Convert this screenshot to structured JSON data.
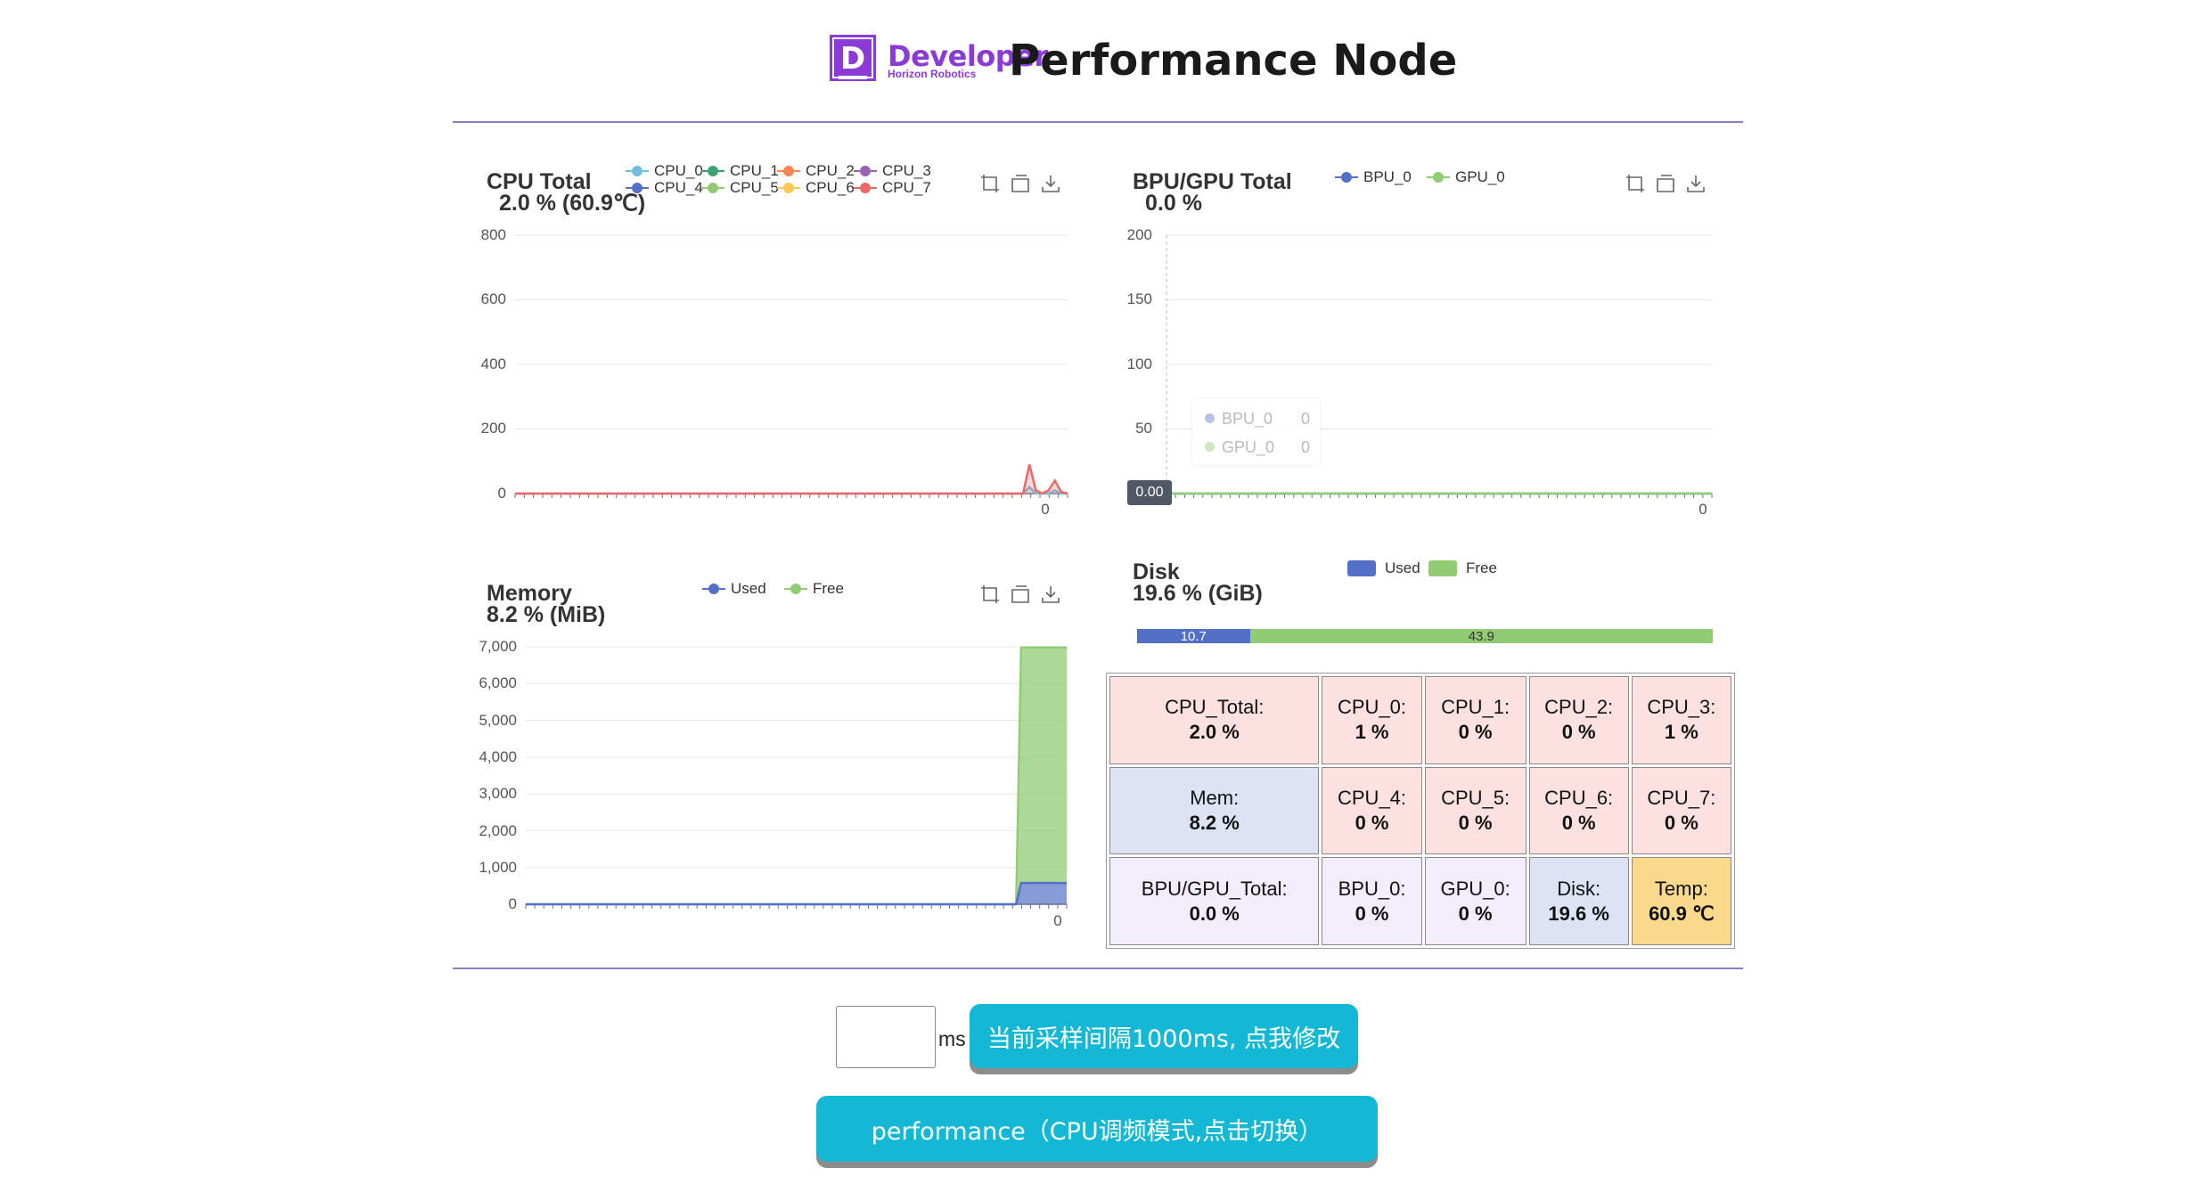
{
  "header": {
    "logo_text": "Developer",
    "logo_sub": "Horizon Robotics",
    "logo_letter": "D",
    "title": "Performance Node"
  },
  "cpu_chart": {
    "title": "CPU Total",
    "subtitle": "2.0 % (60.9℃)",
    "legend": [
      "CPU_0",
      "CPU_1",
      "CPU_2",
      "CPU_3",
      "CPU_4",
      "CPU_5",
      "CPU_6",
      "CPU_7"
    ],
    "legend_colors": [
      "#73c0de",
      "#3ba272",
      "#fc8452",
      "#9a60b4",
      "#5470c6",
      "#91cc75",
      "#fac858",
      "#ee6666"
    ],
    "y_ticks": [
      "800",
      "600",
      "400",
      "200",
      "0"
    ],
    "x_tick": "0"
  },
  "bpu_chart": {
    "title": "BPU/GPU Total",
    "subtitle": "0.0 %",
    "legend": [
      "BPU_0",
      "GPU_0"
    ],
    "legend_colors": [
      "#5470c6",
      "#91cc75"
    ],
    "y_ticks": [
      "200",
      "150",
      "100",
      "50",
      "0"
    ],
    "x_tick": "0",
    "tooltip": {
      "rows": [
        {
          "name": "BPU_0",
          "value": "0"
        },
        {
          "name": "GPU_0",
          "value": "0"
        }
      ]
    },
    "axis_pointer_label": "0.00"
  },
  "memory_chart": {
    "title": "Memory",
    "subtitle": "8.2 % (MiB)",
    "legend": [
      "Used",
      "Free"
    ],
    "legend_colors": [
      "#5470c6",
      "#91cc75"
    ],
    "y_ticks": [
      "7,000",
      "6,000",
      "5,000",
      "4,000",
      "3,000",
      "2,000",
      "1,000",
      "0"
    ],
    "x_tick": "0"
  },
  "disk": {
    "title": "Disk",
    "subtitle": "19.6 % (GiB)",
    "legend": [
      "Used",
      "Free"
    ],
    "legend_colors": [
      "#5470c6",
      "#91cc75"
    ],
    "used": "10.7",
    "free": "43.9"
  },
  "chart_data": [
    {
      "type": "line",
      "title": "CPU Total",
      "ylim": [
        0,
        800
      ],
      "series": [
        {
          "name": "CPU_0",
          "values": [
            0,
            0,
            0,
            0,
            0,
            0,
            0,
            0,
            0,
            0,
            0,
            0,
            0,
            0,
            0,
            0,
            0,
            0,
            0,
            0,
            0,
            0,
            0,
            0,
            0,
            0,
            0,
            0,
            0,
            0,
            0,
            0,
            0,
            0,
            0,
            0,
            0,
            0,
            0,
            0,
            0,
            0,
            0,
            0,
            0,
            0,
            0,
            0,
            0,
            0,
            0,
            0,
            0,
            0,
            0,
            0,
            0,
            0,
            0,
            0,
            0,
            0,
            0,
            0,
            0,
            0,
            0,
            0,
            0,
            0,
            0,
            0,
            0,
            0,
            0,
            0,
            0,
            0,
            0,
            0,
            0,
            20,
            0,
            0,
            0,
            10,
            0,
            0
          ]
        },
        {
          "name": "CPU_7",
          "values": [
            0,
            0,
            0,
            0,
            0,
            0,
            0,
            0,
            0,
            0,
            0,
            0,
            0,
            0,
            0,
            0,
            0,
            0,
            0,
            0,
            0,
            0,
            0,
            0,
            0,
            0,
            0,
            0,
            0,
            0,
            0,
            0,
            0,
            0,
            0,
            0,
            0,
            0,
            0,
            0,
            0,
            0,
            0,
            0,
            0,
            0,
            0,
            0,
            0,
            0,
            0,
            0,
            0,
            0,
            0,
            0,
            0,
            0,
            0,
            0,
            0,
            0,
            0,
            0,
            0,
            0,
            0,
            0,
            0,
            0,
            0,
            0,
            0,
            0,
            0,
            0,
            0,
            0,
            0,
            0,
            0,
            90,
            10,
            0,
            10,
            40,
            5,
            0
          ]
        }
      ]
    },
    {
      "type": "line",
      "title": "BPU/GPU Total",
      "ylim": [
        0,
        200
      ],
      "series": [
        {
          "name": "BPU_0",
          "values": [
            0,
            0,
            0,
            0,
            0,
            0,
            0,
            0,
            0,
            0,
            0,
            0,
            0,
            0,
            0,
            0,
            0,
            0,
            0,
            0,
            0,
            0,
            0,
            0,
            0,
            0,
            0,
            0,
            0,
            0
          ]
        },
        {
          "name": "GPU_0",
          "values": [
            0,
            0,
            0,
            0,
            0,
            0,
            0,
            0,
            0,
            0,
            0,
            0,
            0,
            0,
            0,
            0,
            0,
            0,
            0,
            0,
            0,
            0,
            0,
            0,
            0,
            0,
            0,
            0,
            0,
            0
          ]
        }
      ]
    },
    {
      "type": "area",
      "title": "Memory",
      "ylim": [
        0,
        7000
      ],
      "series": [
        {
          "name": "Used",
          "values": [
            0,
            0,
            0,
            0,
            0,
            0,
            0,
            0,
            0,
            0,
            0,
            0,
            0,
            0,
            0,
            0,
            0,
            0,
            0,
            0,
            0,
            0,
            0,
            0,
            0,
            0,
            0,
            0,
            0,
            0,
            0,
            0,
            0,
            0,
            0,
            0,
            0,
            0,
            0,
            0,
            0,
            0,
            0,
            0,
            0,
            0,
            0,
            0,
            0,
            0,
            0,
            0,
            0,
            0,
            0,
            0,
            0,
            0,
            0,
            0,
            0,
            0,
            0,
            0,
            0,
            0,
            0,
            0,
            0,
            0,
            0,
            0,
            0,
            0,
            0,
            0,
            0,
            0,
            0,
            0,
            0,
            0,
            0,
            0,
            0,
            0,
            0,
            0,
            0,
            0,
            0,
            0,
            0,
            0,
            0,
            0,
            0,
            0,
            580,
            580,
            580,
            580,
            580,
            580,
            580,
            580,
            580,
            580
          ]
        },
        {
          "name": "Free",
          "values": [
            0,
            0,
            0,
            0,
            0,
            0,
            0,
            0,
            0,
            0,
            0,
            0,
            0,
            0,
            0,
            0,
            0,
            0,
            0,
            0,
            0,
            0,
            0,
            0,
            0,
            0,
            0,
            0,
            0,
            0,
            0,
            0,
            0,
            0,
            0,
            0,
            0,
            0,
            0,
            0,
            0,
            0,
            0,
            0,
            0,
            0,
            0,
            0,
            0,
            0,
            0,
            0,
            0,
            0,
            0,
            0,
            0,
            0,
            0,
            0,
            0,
            0,
            0,
            0,
            0,
            0,
            0,
            0,
            0,
            0,
            0,
            0,
            0,
            0,
            0,
            0,
            0,
            0,
            0,
            0,
            0,
            0,
            0,
            0,
            0,
            0,
            0,
            0,
            0,
            0,
            0,
            0,
            0,
            0,
            0,
            0,
            0,
            0,
            6400,
            6400,
            6400,
            6400,
            6400,
            6400,
            6400,
            6400,
            6400,
            6400
          ]
        }
      ]
    },
    {
      "type": "bar",
      "title": "Disk",
      "categories": [
        "Disk"
      ],
      "series": [
        {
          "name": "Used",
          "values": [
            10.7
          ]
        },
        {
          "name": "Free",
          "values": [
            43.9
          ]
        }
      ]
    }
  ],
  "stats": [
    [
      {
        "label": "CPU_Total:",
        "value": "2.0 %",
        "kind": "cpu"
      },
      {
        "label": "CPU_0:",
        "value": "1 %",
        "kind": "cpu"
      },
      {
        "label": "CPU_1:",
        "value": "0 %",
        "kind": "cpu"
      },
      {
        "label": "CPU_2:",
        "value": "0 %",
        "kind": "cpu"
      },
      {
        "label": "CPU_3:",
        "value": "1 %",
        "kind": "cpu"
      }
    ],
    [
      {
        "label": "Mem:",
        "value": "8.2 %",
        "kind": "mem"
      },
      {
        "label": "CPU_4:",
        "value": "0 %",
        "kind": "cpu"
      },
      {
        "label": "CPU_5:",
        "value": "0 %",
        "kind": "cpu"
      },
      {
        "label": "CPU_6:",
        "value": "0 %",
        "kind": "cpu"
      },
      {
        "label": "CPU_7:",
        "value": "0 %",
        "kind": "cpu"
      }
    ],
    [
      {
        "label": "BPU/GPU_Total:",
        "value": "0.0 %",
        "kind": "bpu"
      },
      {
        "label": "BPU_0:",
        "value": "0 %",
        "kind": "bpu"
      },
      {
        "label": "GPU_0:",
        "value": "0 %",
        "kind": "bpu"
      },
      {
        "label": "Disk:",
        "value": "19.6 %",
        "kind": "mem"
      },
      {
        "label": "Temp:",
        "value": "60.9 ℃",
        "kind": "temp"
      }
    ]
  ],
  "controls": {
    "interval_value": "",
    "unit": "ms",
    "interval_button": "当前采样间隔1000ms, 点我修改",
    "mode_button": "performance（CPU调频模式,点击切换）"
  },
  "colors": {
    "accent": "#15b8d4",
    "rule": "#8e7cc3",
    "brand": "#8a3bd6"
  }
}
